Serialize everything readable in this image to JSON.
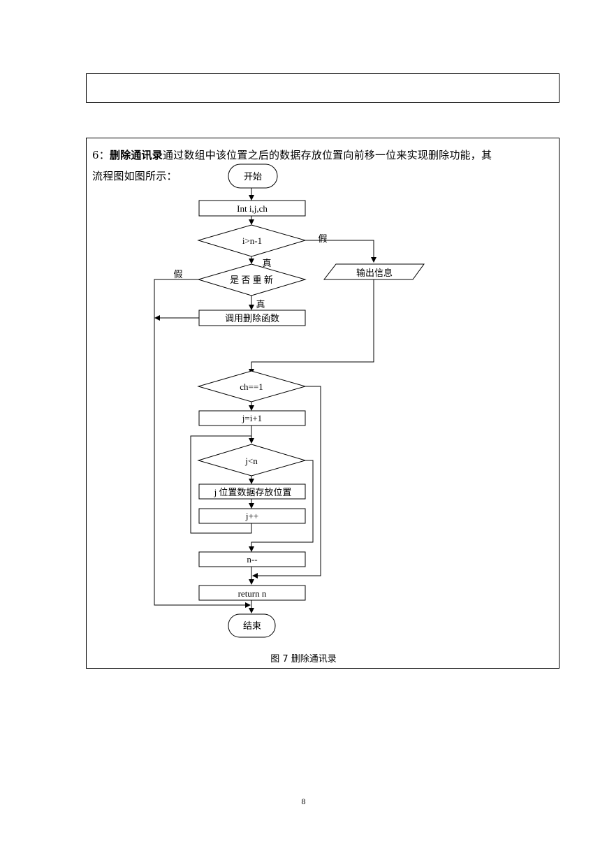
{
  "section": {
    "number": "6",
    "colon": "：",
    "heading": "删除通讯录",
    "line1_rest": "通过数组中该位置之后的数据存放位置向前移一位来实现删除功能，其",
    "line2": "流程图如图所示："
  },
  "flowchart": {
    "start": "开始",
    "declare": "Int i,j,ch",
    "cond_index": "i>n-1",
    "false_label_1": "假",
    "true_label_1": "真",
    "confirm": "是 否 重 新",
    "false_label_2": "假",
    "true_label_2": "真",
    "call_delete": "调用删除函数",
    "output_info": "输出信息",
    "cond_ch": "ch==1",
    "assign_j": "j=i+1",
    "cond_j": "j<n",
    "shift": "j 位置数据存放位置",
    "incr_j": "j++",
    "decr_n": "n--",
    "return": "return n",
    "end": "结束"
  },
  "caption": "图 7 删除通讯录",
  "page_number": "8"
}
